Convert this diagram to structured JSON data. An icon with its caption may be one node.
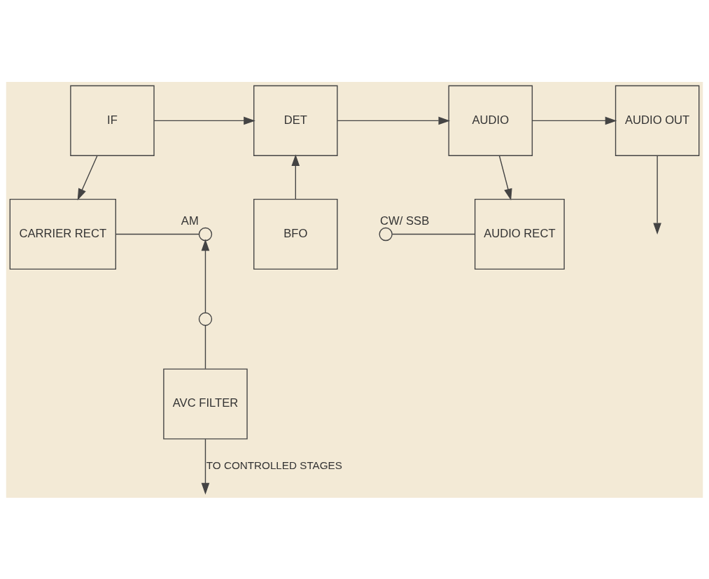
{
  "diagram": {
    "nodes": [
      {
        "text": [
          "IF"
        ]
      },
      {
        "text": [
          "DET"
        ]
      },
      {
        "text": [
          "AUDIO"
        ]
      },
      {
        "text": [
          "AUDIO OUT"
        ]
      },
      {
        "text": [
          "BFO"
        ]
      },
      {
        "text": [
          "CARRIER RECT"
        ]
      },
      {
        "text": [
          "AUDIO RECT"
        ]
      },
      {
        "text": [
          "AVC FILTER"
        ]
      },
      {
        "text": [],
        "shape": "circle",
        "beside": [
          "AM"
        ]
      },
      {
        "text": [],
        "shape": "circle",
        "beside": [
          "CW/ SSB"
        ]
      },
      {
        "text": [],
        "shape": "circle"
      }
    ],
    "edges": [
      {
        "from": 0,
        "to": 1,
        "arrow": "to"
      },
      {
        "from": 1,
        "to": 2,
        "arrow": "to"
      },
      {
        "from": 2,
        "to": 3,
        "arrow": "to"
      },
      {
        "from": 3,
        "to": null,
        "arrow": "to"
      },
      {
        "from": 4,
        "to": 1,
        "arrow": "to"
      },
      {
        "from": 0,
        "to": 5,
        "arrow": "to"
      },
      {
        "from": 2,
        "to": 6,
        "arrow": "to"
      },
      {
        "from": 5,
        "to": 8,
        "arrow": "none"
      },
      {
        "from": 9,
        "to": 6,
        "arrow": "none"
      },
      {
        "from": 10,
        "to": 8,
        "arrow": "to"
      },
      {
        "from": 7,
        "to": 10,
        "arrow": "none"
      },
      {
        "from": 7,
        "to": null,
        "arrow": "to",
        "label": "TO CONTROLLED STAGES"
      }
    ]
  }
}
